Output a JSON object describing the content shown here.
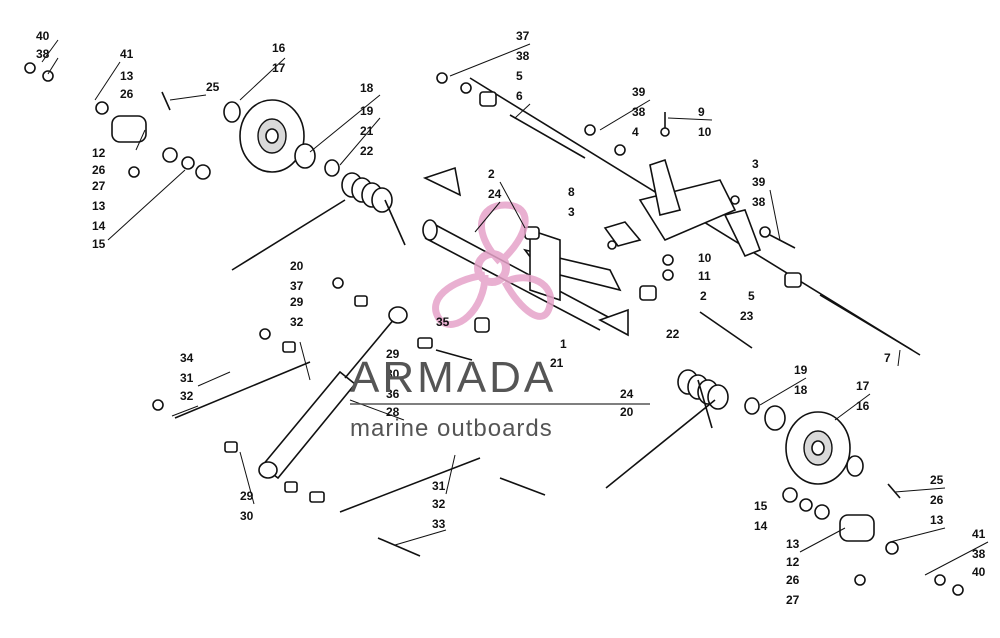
{
  "callouts": [
    "40",
    "38",
    "41",
    "13",
    "25",
    "26",
    "12",
    "26",
    "27",
    "13",
    "14",
    "15",
    "16",
    "17",
    "18",
    "19",
    "21",
    "22",
    "20",
    "37",
    "29",
    "32",
    "34",
    "31",
    "32",
    "29",
    "30",
    "33",
    "31",
    "32",
    "35",
    "29",
    "30",
    "36",
    "28",
    "1",
    "21",
    "2",
    "24",
    "2",
    "8",
    "3",
    "37",
    "38",
    "5",
    "6",
    "39",
    "38",
    "4",
    "9",
    "10",
    "3",
    "39",
    "38",
    "10",
    "11",
    "5",
    "7",
    "23",
    "22",
    "19",
    "18",
    "17",
    "16",
    "24",
    "20",
    "25",
    "26",
    "13",
    "15",
    "14",
    "13",
    "12",
    "26",
    "27",
    "41",
    "38",
    "40"
  ],
  "watermark": {
    "title": "ARMADA",
    "subtitle": "marine outboards",
    "logo_color": "#e6a3c9"
  }
}
